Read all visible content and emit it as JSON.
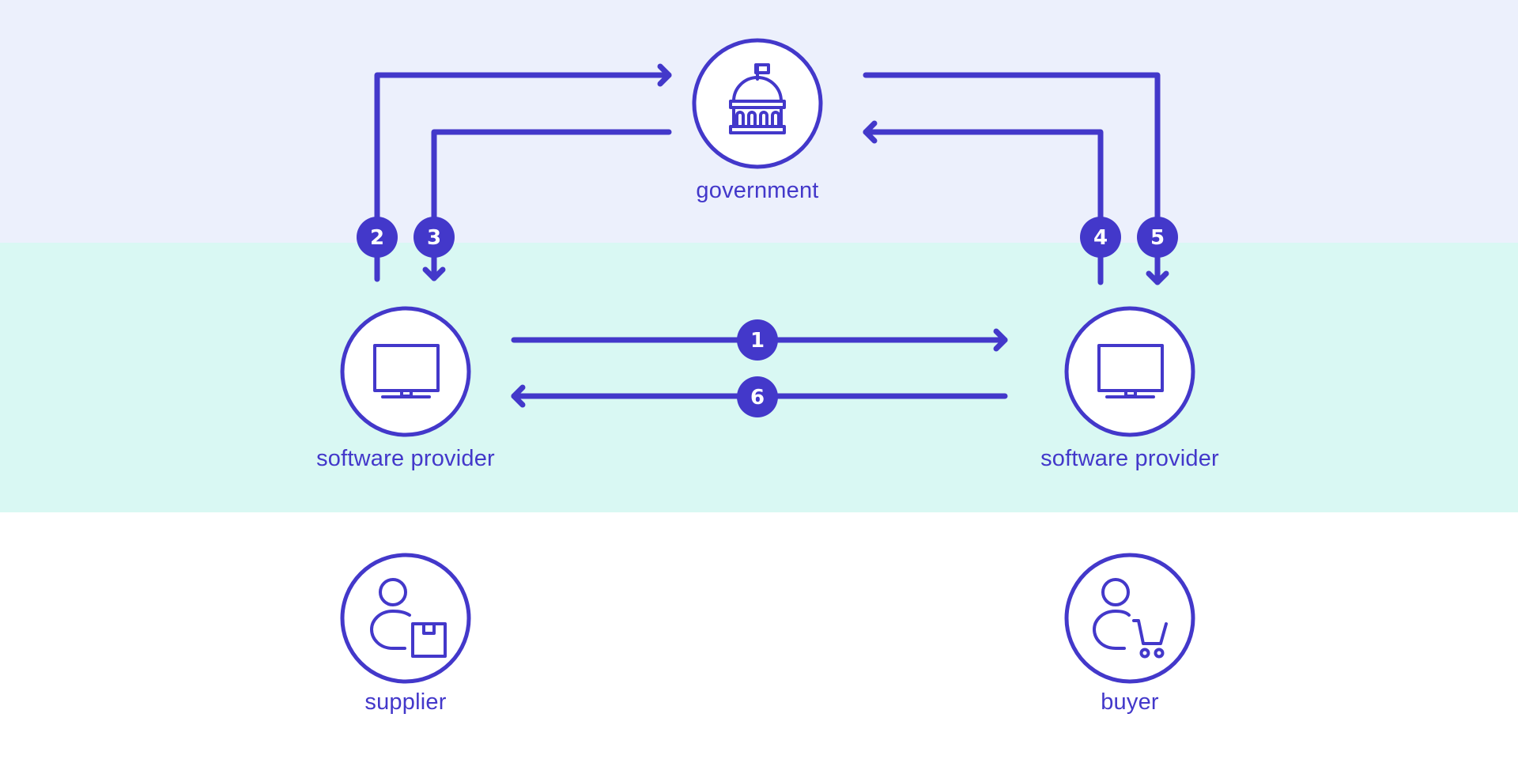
{
  "colors": {
    "stroke": "#4338CA",
    "band_government": "#ECF0FC",
    "band_software": "#D9F8F3",
    "background": "#FFFFFF",
    "node_fill": "#FFFFFF",
    "badge_text": "#FFFFFF"
  },
  "nodes": {
    "government": {
      "label": "government",
      "icon": "government-building-icon"
    },
    "provider_left": {
      "label": "software provider",
      "icon": "monitor-icon"
    },
    "provider_right": {
      "label": "software provider",
      "icon": "monitor-icon"
    },
    "supplier": {
      "label": "supplier",
      "icon": "user-with-package-icon"
    },
    "buyer": {
      "label": "buyer",
      "icon": "user-with-cart-icon"
    }
  },
  "flows": [
    {
      "step": "1",
      "from": "software provider (supplier)",
      "to": "software provider (buyer)"
    },
    {
      "step": "2",
      "from": "software provider (supplier)",
      "to": "government"
    },
    {
      "step": "3",
      "from": "government",
      "to": "software provider (supplier)"
    },
    {
      "step": "4",
      "from": "software provider (buyer)",
      "to": "government"
    },
    {
      "step": "5",
      "from": "government",
      "to": "software provider (buyer)"
    },
    {
      "step": "6",
      "from": "software provider (buyer)",
      "to": "software provider (supplier)"
    }
  ]
}
